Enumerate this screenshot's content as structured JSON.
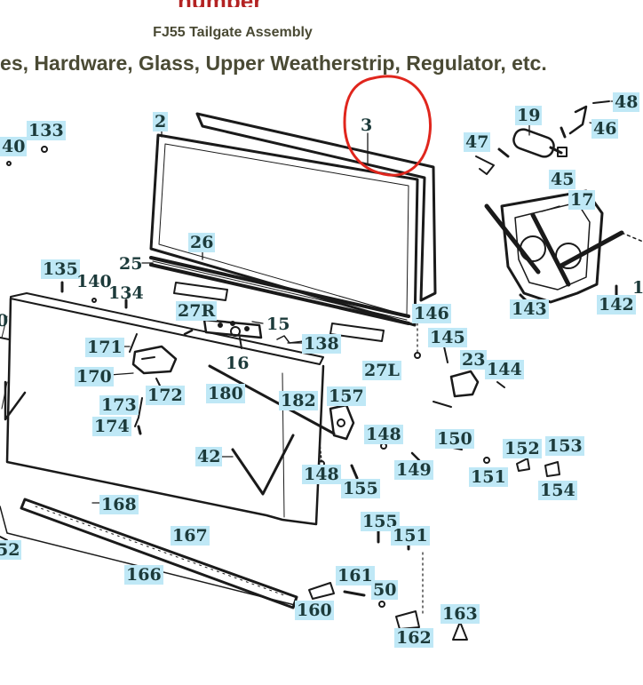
{
  "header": {
    "top_fragment": "number",
    "subtitle": "FJ55 Tailgate Assembly",
    "title": "nes, Hardware, Glass, Upper Weatherstrip, Regulator, etc."
  },
  "diagram": {
    "highlight_part": "3",
    "accent_color": "#e0261d",
    "label_color": "#bfe8f6",
    "part_labels": [
      {
        "id": "lbl-133",
        "text": "133"
      },
      {
        "id": "lbl-140-left",
        "text": "40"
      },
      {
        "id": "lbl-2",
        "text": "2"
      },
      {
        "id": "lbl-3",
        "text": "3"
      },
      {
        "id": "lbl-19",
        "text": "19"
      },
      {
        "id": "lbl-48",
        "text": "48"
      },
      {
        "id": "lbl-46",
        "text": "46"
      },
      {
        "id": "lbl-47",
        "text": "47"
      },
      {
        "id": "lbl-45",
        "text": "45"
      },
      {
        "id": "lbl-17",
        "text": "17"
      },
      {
        "id": "lbl-26",
        "text": "26"
      },
      {
        "id": "lbl-25",
        "text": "25"
      },
      {
        "id": "lbl-135",
        "text": "135"
      },
      {
        "id": "lbl-140",
        "text": "140"
      },
      {
        "id": "lbl-134",
        "text": "134"
      },
      {
        "id": "lbl-27r",
        "text": "27R"
      },
      {
        "id": "lbl-15",
        "text": "15"
      },
      {
        "id": "lbl-146",
        "text": "146"
      },
      {
        "id": "lbl-143",
        "text": "143"
      },
      {
        "id": "lbl-142",
        "text": "142"
      },
      {
        "id": "lbl-1-edge",
        "text": "1"
      },
      {
        "id": "lbl-0-edge",
        "text": "0"
      },
      {
        "id": "lbl-171",
        "text": "171"
      },
      {
        "id": "lbl-138",
        "text": "138"
      },
      {
        "id": "lbl-145",
        "text": "145"
      },
      {
        "id": "lbl-16",
        "text": "16"
      },
      {
        "id": "lbl-27l",
        "text": "27L"
      },
      {
        "id": "lbl-23",
        "text": "23"
      },
      {
        "id": "lbl-144",
        "text": "144"
      },
      {
        "id": "lbl-170",
        "text": "170"
      },
      {
        "id": "lbl-172",
        "text": "172"
      },
      {
        "id": "lbl-180",
        "text": "180"
      },
      {
        "id": "lbl-182",
        "text": "182"
      },
      {
        "id": "lbl-157",
        "text": "157"
      },
      {
        "id": "lbl-173",
        "text": "173"
      },
      {
        "id": "lbl-174",
        "text": "174"
      },
      {
        "id": "lbl-148-a",
        "text": "148"
      },
      {
        "id": "lbl-150",
        "text": "150"
      },
      {
        "id": "lbl-152",
        "text": "152"
      },
      {
        "id": "lbl-153",
        "text": "153"
      },
      {
        "id": "lbl-42",
        "text": "42"
      },
      {
        "id": "lbl-149",
        "text": "149"
      },
      {
        "id": "lbl-151-a",
        "text": "151"
      },
      {
        "id": "lbl-148-b",
        "text": "148"
      },
      {
        "id": "lbl-155-a",
        "text": "155"
      },
      {
        "id": "lbl-154",
        "text": "154"
      },
      {
        "id": "lbl-168",
        "text": "168"
      },
      {
        "id": "lbl-155-b",
        "text": "155"
      },
      {
        "id": "lbl-151-b",
        "text": "151"
      },
      {
        "id": "lbl-167",
        "text": "167"
      },
      {
        "id": "lbl-52-edge",
        "text": "52"
      },
      {
        "id": "lbl-166",
        "text": "166"
      },
      {
        "id": "lbl-161",
        "text": "161"
      },
      {
        "id": "lbl-50",
        "text": "50"
      },
      {
        "id": "lbl-160",
        "text": "160"
      },
      {
        "id": "lbl-163",
        "text": "163"
      },
      {
        "id": "lbl-162",
        "text": "162"
      }
    ]
  }
}
